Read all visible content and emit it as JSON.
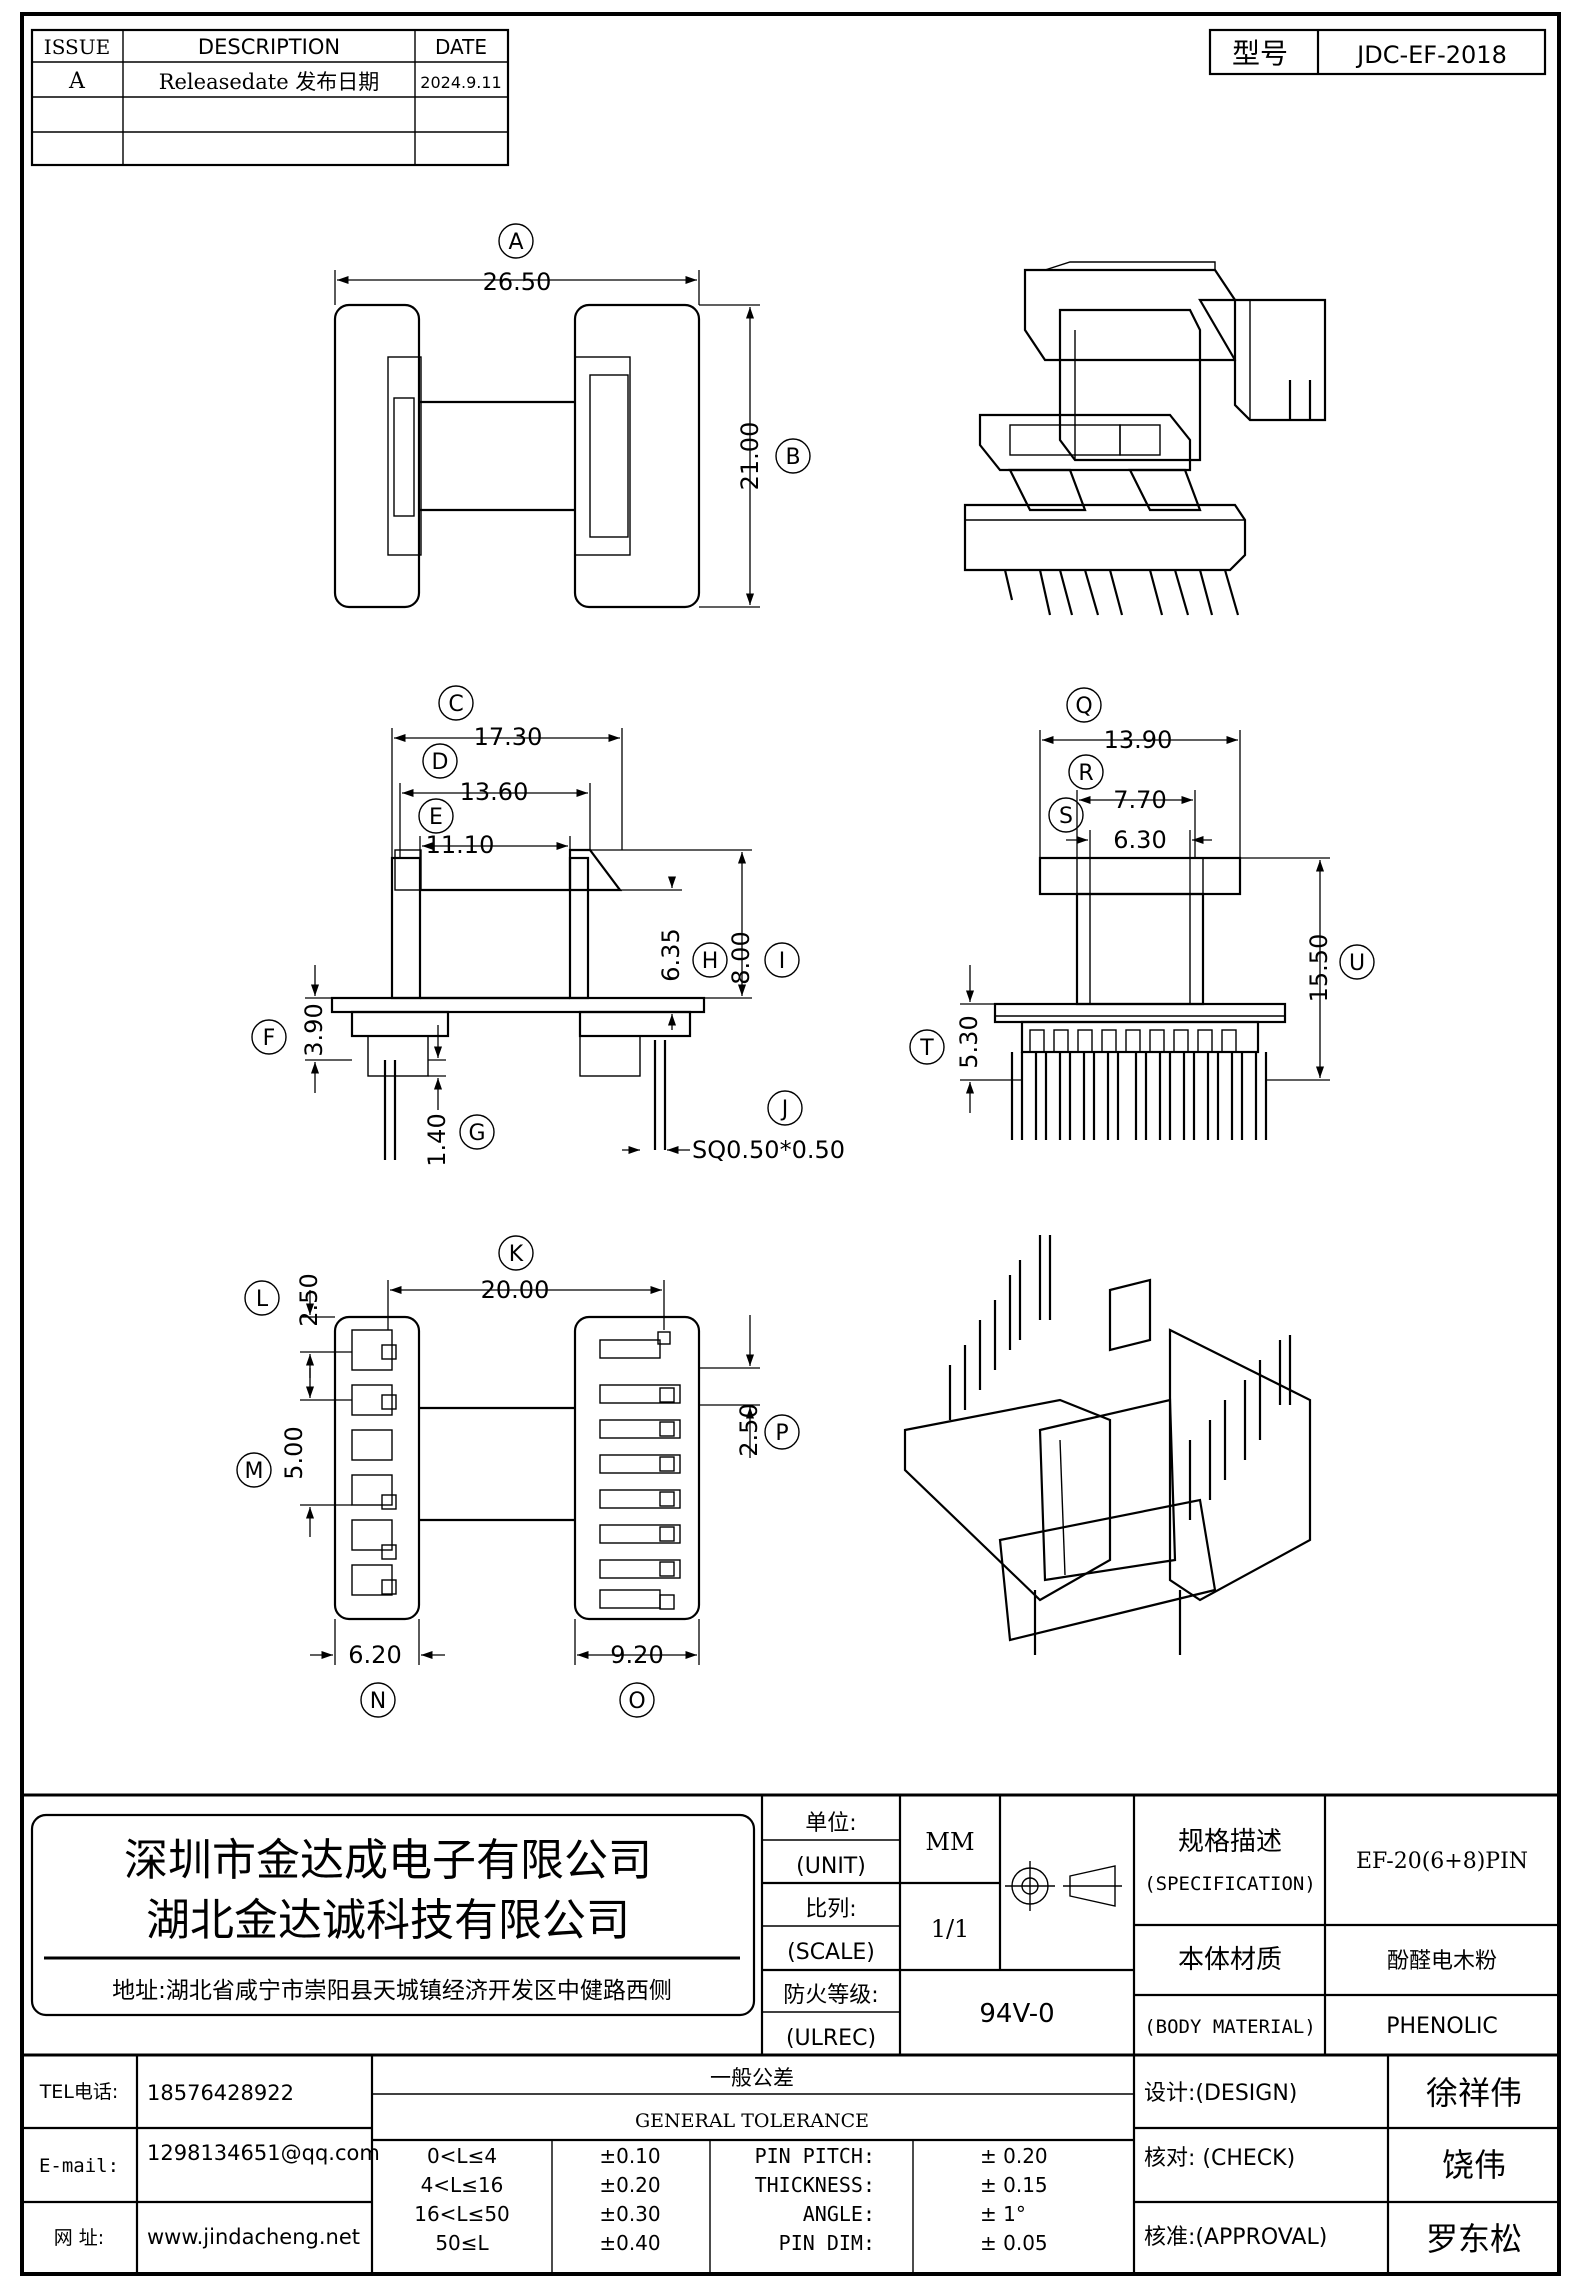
{
  "revision": {
    "headers": [
      "ISSUE",
      "DESCRIPTION",
      "DATE"
    ],
    "rows": [
      {
        "issue": "A",
        "description": "Releasedate 发布日期",
        "date": "2024.9.11"
      }
    ]
  },
  "model": {
    "label": "型号",
    "value": "JDC-EF-2018"
  },
  "dimensions": {
    "A": "26.50",
    "B": "21.00",
    "C": "17.30",
    "D": "13.60",
    "E": "11.10",
    "F": "3.90",
    "G": "1.40",
    "H": "6.35",
    "I": "8.00",
    "J": "SQ0.50*0.50",
    "K": "20.00",
    "L": "2.50",
    "M": "5.00",
    "N": "6.20",
    "O": "9.20",
    "P": "2.50",
    "Q": "13.90",
    "R": "7.70",
    "S": "6.30",
    "T": "5.30",
    "U": "15.50"
  },
  "title_block": {
    "company_1": "深圳市金达成电子有限公司",
    "company_2": "湖北金达诚科技有限公司",
    "address": "地址:湖北省咸宁市崇阳县天城镇经济开发区中健路西侧",
    "unit_cn": "单位:",
    "unit_en": "(UNIT)",
    "unit_value": "MM",
    "scale_cn": "比列:",
    "scale_en": "(SCALE)",
    "scale_value": "1/1",
    "ul_cn": "防火等级:",
    "ul_en": "(ULREC)",
    "ul_value": "94V-0",
    "spec_cn": "规格描述",
    "spec_en": "(SPECIFICATION)",
    "spec_value": "EF-20(6+8)PIN",
    "material_cn": "本体材质",
    "material_en": "(BODY MATERIAL)",
    "material_value_cn": "酚醛电木粉",
    "material_value_en": "PHENOLIC",
    "tel_label": "TEL电话:",
    "tel": "18576428922",
    "email_label": "E-mail:",
    "email": "1298134651@qq.com",
    "web_label": "网  址:",
    "web": "www.jindacheng.net",
    "tol_title_cn": "一般公差",
    "tol_title_en": "GENERAL TOLERANCE",
    "tolerances": [
      {
        "range": "0<L≤4",
        "value": "±0.10",
        "item": "PIN PITCH:",
        "item_value": "± 0.20"
      },
      {
        "range": "4<L≤16",
        "value": "±0.20",
        "item": "THICKNESS:",
        "item_value": "± 0.15"
      },
      {
        "range": "16<L≤50",
        "value": "±0.30",
        "item": "ANGLE:",
        "item_value": "± 1°"
      },
      {
        "range": "50≤L",
        "value": "±0.40",
        "item": "PIN DIM:",
        "item_value": "± 0.05"
      }
    ],
    "design_label": "设计:(DESIGN)",
    "design_name": "徐祥伟",
    "check_label": "核对: (CHECK)",
    "check_name": "饶伟",
    "approval_label": "核准:(APPROVAL)",
    "approval_name": "罗东松"
  }
}
